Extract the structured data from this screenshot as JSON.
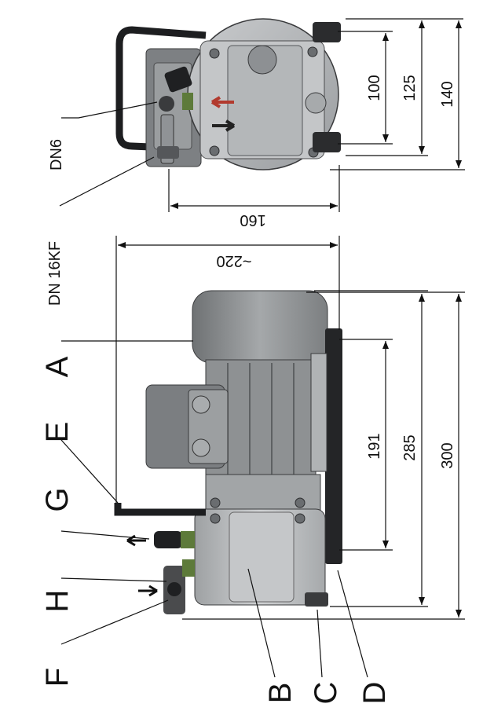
{
  "callouts": {
    "A": "A",
    "B": "B",
    "C": "C",
    "D": "D",
    "E": "E",
    "F": "F",
    "G": "G",
    "H": "H"
  },
  "ports": {
    "dn6": "DN6",
    "dn16kf": "DN 16KF"
  },
  "dimensions": {
    "top_view": {
      "d100": "100",
      "d125": "125",
      "d140": "140",
      "d160": "160"
    },
    "side_view": {
      "d220": "~220",
      "d191": "191",
      "d285": "285",
      "d300": "300"
    }
  },
  "colors": {
    "body_gray": "#b9bbbd",
    "motor_gray": "#8e9193",
    "dark": "#2a2b2d",
    "green_fitting": "#5d7a3a",
    "red_arrow": "#b23a2e"
  }
}
